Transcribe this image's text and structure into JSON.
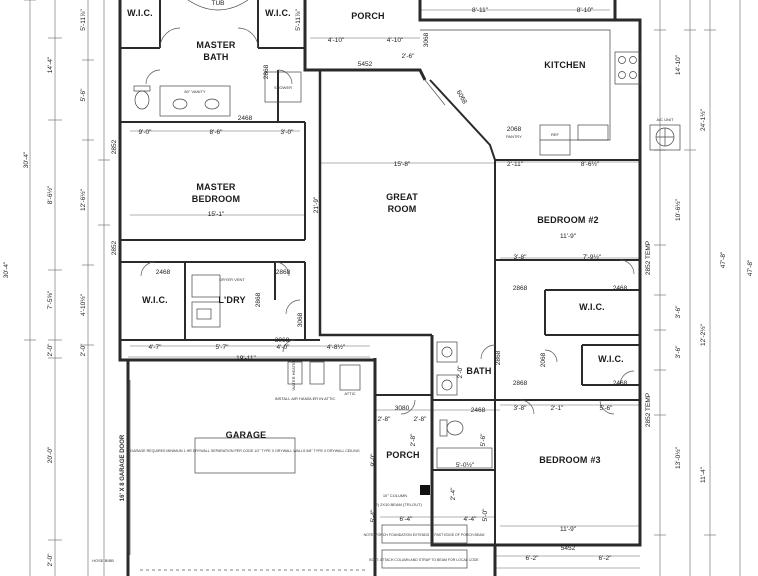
{
  "rooms": {
    "wic_top_left": "W.I.C.",
    "tub": "TUB",
    "wic_top_right": "W.I.C.",
    "porch_top": "PORCH",
    "master_bath_1": "MASTER",
    "master_bath_2": "BATH",
    "kitchen": "KITCHEN",
    "master_bedroom_1": "MASTER",
    "master_bedroom_2": "BEDROOM",
    "great_room_1": "GREAT",
    "great_room_2": "ROOM",
    "bedroom2": "BEDROOM #2",
    "wic_laundry": "W.I.C.",
    "laundry": "L'DRY",
    "wic_bed2": "W.I.C.",
    "wic_bed3": "W.I.C.",
    "bath": "BATH",
    "garage": "GARAGE",
    "porch_bottom": "PORCH",
    "bedroom3": "BEDROOM #3"
  },
  "dims": {
    "d_8_11": "8'-11\"",
    "d_8_10": "8'-10\"",
    "d_4_10": "4'-10\"",
    "d_4_10b": "4'-10\"",
    "d_2_6": "2'-6\"",
    "d_5452_top": "5452",
    "d_9_0": "9'-0\"",
    "d_8_6": "8'-6\"",
    "d_3_0": "3'-0\"",
    "d_2468_mb": "2468",
    "d_15_8": "15'-8\"",
    "d_2_11": "2'-11\"",
    "d_8_6half": "8'-6½\"",
    "d_15_1": "15'-1\"",
    "d_11_9_b2": "11'-9\"",
    "d_3_8_b2": "3'-8\"",
    "d_7_9half": "7'-9½\"",
    "d_4_7": "4'-7\"",
    "d_5_7": "5'-7\"",
    "d_4_0": "4'-0\"",
    "d_4_8half": "4'-8½\"",
    "d_19_11": "19'-11\"",
    "d_3068_a": "3068",
    "d_3068_b": "3068",
    "d_3068_c": "3068",
    "d_2468_a": "2468",
    "d_2868_a": "2868",
    "d_2868_b": "2868",
    "d_2868_c": "2868",
    "d_2468_b": "2468",
    "d_2868_d": "2868",
    "d_2468_c": "2468",
    "d_2468_d": "2468",
    "d_2868_e": "2868",
    "d_3_8_b3": "3'-8\"",
    "d_2_1": "2'-1\"",
    "d_5_6": "5'-6\"",
    "d_3080": "3080",
    "d_2_8a": "2'-8\"",
    "d_2_8b": "2'-8\"",
    "d_2_8c": "2'-8\"",
    "d_5_0half": "5'-0½\"",
    "d_6_4": "6'-4\"",
    "d_4_4": "4'-4\"",
    "d_11_9_b3": "11'-9\"",
    "d_5452_bot": "5452",
    "d_6_2a": "6'-2\"",
    "d_6_2b": "6'-2\"",
    "d_2068": "2068",
    "d_6068": "6068",
    "d_2868_w": "2868",
    "d_2068_bath": "2068",
    "left_5_11": "5'-11⅞\"",
    "left_14_4": "14'-4\"",
    "left_5_6": "5'-6\"",
    "left_30_4": "30'-4\"",
    "left_8_6": "8'-6½\"",
    "left_12_6": "12'-6½\"",
    "left_2852": "2852",
    "left_2852b": "2852",
    "left_7_5": "7'-5⅝\"",
    "left_4_10": "4'-10½\"",
    "left_2_0a": "2'-0\"",
    "left_2_0b": "2'-0\"",
    "left_20_0": "20'-0\"",
    "left_2_0c": "2'-0\"",
    "right_5_11": "5'-11⅞\"",
    "right_14_10": "14'-10\"",
    "right_24_1": "24'-1½\"",
    "right_10_6": "10'-6½\"",
    "right_47_8": "47'-8\"",
    "right_3_6a": "3'-6\"",
    "right_12_2": "12'-2½\"",
    "right_3_6b": "3'-6\"",
    "right_13_0": "13'-0½\"",
    "right_11_4": "11'-4\"",
    "right_2852_temp_a": "2852 TEMP",
    "right_2852_temp_b": "2852 TEMP",
    "porch_5_4": "5'-4\"",
    "porch_9_0": "9'-0\"",
    "porch_2_4": "2'-4\"",
    "porch_5_0": "5'-0\"",
    "porch_5_6": "5'-6\"",
    "d_2_0_fp": "2'-0\"",
    "d_21_9": "21'-9\""
  },
  "notes": {
    "garage_door": "16' X 8 GARAGE DOOR",
    "garage_note": "GARAGE REQUIRES MINIMUM 1 HR DRYWALL SEPARATION PER CODE 1/2\" TYPE X DRYWALL WALLS 5/8\" TYPE X DRYWALL CEILING",
    "porch_note": "NOTE: PORCH FOUNDATION EXTENDS 4\" PAST EDGE OF PORCH BEAM",
    "porch_note2": "BOTT. ATTACH COLUMN AND STRAP TO BEAM FOR LOCAL CODE",
    "column": "10\" COLUMN",
    "beam": "(2) 2X10 BEAM (TRI-OUT)",
    "ac_unit": "A/C UNIT",
    "hose_bibb": "HOSE BIBB",
    "vanity": "80\" VANITY",
    "shower": "SHOWER",
    "dryer_vent": "DRYER VENT",
    "pantry": "PANTRY",
    "refrig": "REF",
    "attic": "ATTIC",
    "install_air": "INSTALL AIR HANDLER IN ATTIC",
    "water_heater": "WATER HEATER"
  },
  "side_labels": {
    "left_edge": "30'-4\"",
    "right_edge": "47'-8\""
  }
}
